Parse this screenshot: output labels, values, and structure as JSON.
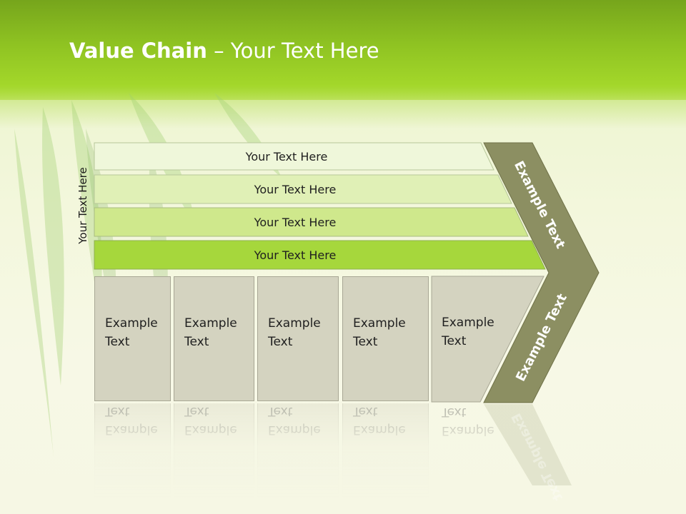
{
  "slide": {
    "title_bold": "Value Chain",
    "title_rest": " – Your Text Here",
    "side_label": "Your Text Here"
  },
  "bands": [
    {
      "label": "Your Text Here",
      "color": "#eff7da"
    },
    {
      "label": "Your Text Here",
      "color": "#e0f0b6"
    },
    {
      "label": "Your Text Here",
      "color": "#cfe88c"
    },
    {
      "label": "Your Text Here",
      "color": "#a6d73c"
    }
  ],
  "boxes": [
    {
      "text": "Example Text"
    },
    {
      "text": "Example Text"
    },
    {
      "text": "Example Text"
    },
    {
      "text": "Example Text"
    },
    {
      "text": "Example Text"
    }
  ],
  "chevron": {
    "upper_text": "Example Text",
    "lower_text": "Example Text",
    "color": "#8c8f62"
  },
  "colors": {
    "header_green": "#8fc322",
    "box_fill": "#d4d3c0"
  }
}
